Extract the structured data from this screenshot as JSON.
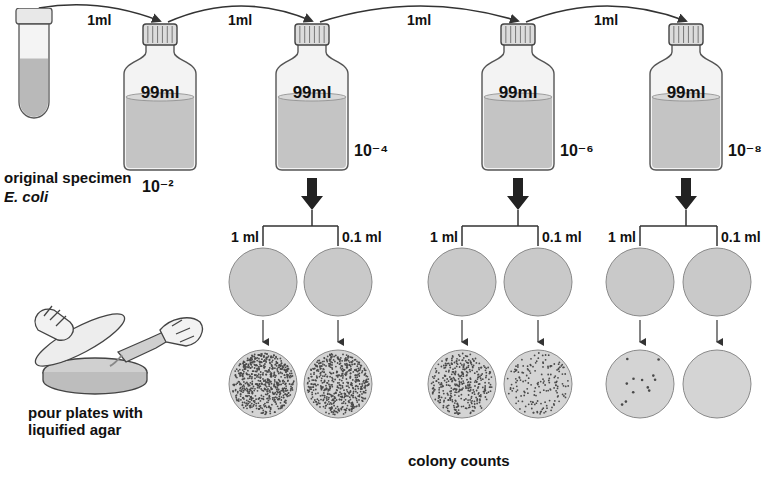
{
  "diagram": {
    "nodes": [
      {
        "text": [
          "original specimen",
          "E. coli"
        ]
      },
      {
        "text": [
          "99ml",
          "10⁻²"
        ]
      },
      {
        "text": [
          "99ml",
          "10⁻⁴"
        ]
      },
      {
        "text": [
          "99ml",
          "10⁻⁶"
        ]
      },
      {
        "text": [
          "99ml",
          "10⁻⁸"
        ]
      }
    ],
    "edges": [
      {
        "from": 0,
        "to": 1,
        "label": "1ml",
        "arrow": "to"
      },
      {
        "from": 1,
        "to": 2,
        "label": "1ml",
        "arrow": "to"
      },
      {
        "from": 2,
        "to": 3,
        "label": "1ml",
        "arrow": "to"
      },
      {
        "from": 3,
        "to": 4,
        "label": "1ml",
        "arrow": "to"
      }
    ],
    "labels": [
      "1 ml",
      "0.1 ml",
      "1 ml",
      "0.1 ml",
      "1 ml",
      "0.1 ml",
      "pour plates with liquified agar",
      "colony counts"
    ]
  }
}
